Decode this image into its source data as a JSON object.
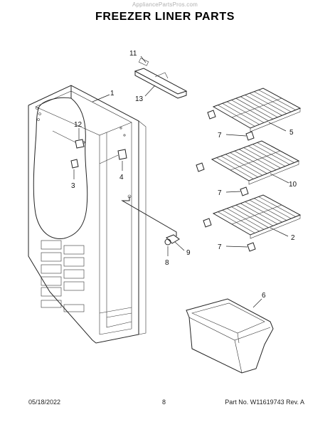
{
  "watermark": "AppliancePartsPros.com",
  "title": "FREEZER LINER PARTS",
  "callouts": {
    "c1": "1",
    "c2": "2",
    "c3": "3",
    "c4": "4",
    "c5": "5",
    "c6": "6",
    "c7a": "7",
    "c7b": "7",
    "c7c": "7",
    "c8": "8",
    "c9": "9",
    "c10": "10",
    "c11": "11",
    "c12": "12",
    "c13": "13"
  },
  "footer": {
    "date": "05/18/2022",
    "page": "8",
    "part": "Part No. W11619743  Rev. A"
  },
  "colors": {
    "line": "#222222",
    "background": "#ffffff"
  }
}
